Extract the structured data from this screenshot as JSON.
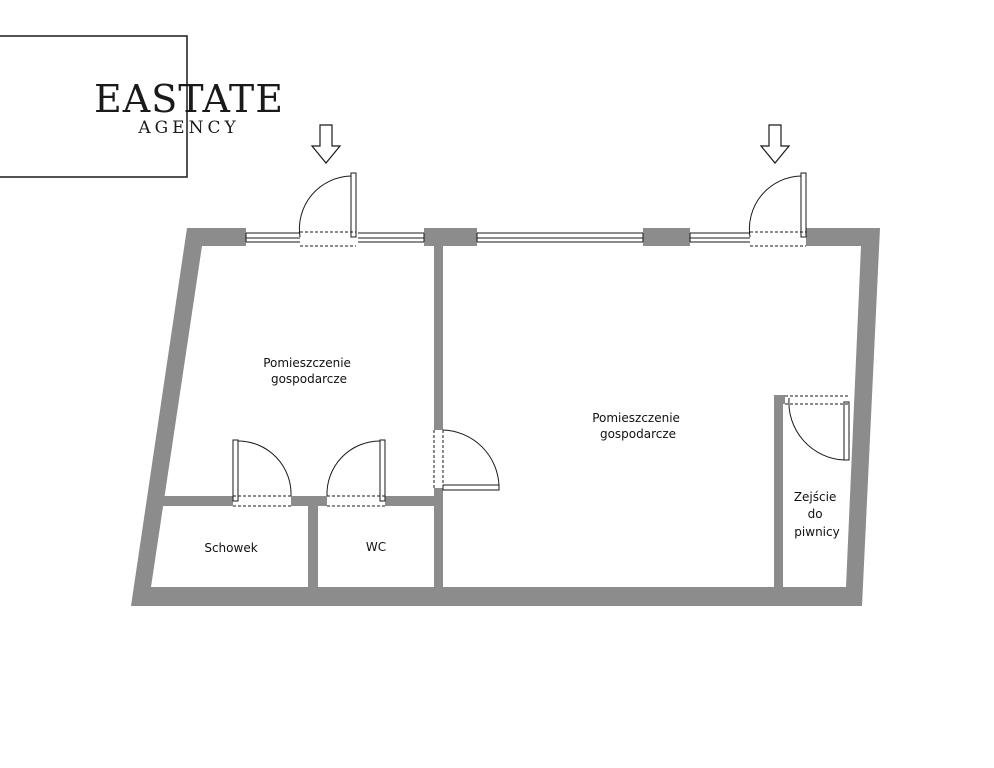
{
  "brand": {
    "name": "EASTATE",
    "tagline": "AGENCY"
  },
  "rooms": [
    {
      "id": "main-left",
      "lines": [
        "Pomieszczenie",
        "gospodarcze"
      ]
    },
    {
      "id": "main-right",
      "lines": [
        "Pomieszczenie",
        "gospodarcze"
      ]
    },
    {
      "id": "storage",
      "lines": [
        "Schowek"
      ]
    },
    {
      "id": "wc",
      "lines": [
        "WC"
      ]
    },
    {
      "id": "basement-stairs",
      "lines": [
        "Zejście",
        "do",
        "piwnicy"
      ]
    }
  ],
  "entrances": [
    {
      "name": "entrance-left",
      "icon": "arrow-down-icon"
    },
    {
      "name": "entrance-right",
      "icon": "arrow-down-icon"
    }
  ],
  "colors": {
    "wall": "#8c8c8c",
    "line": "#1a1a1a",
    "background": "#ffffff"
  }
}
